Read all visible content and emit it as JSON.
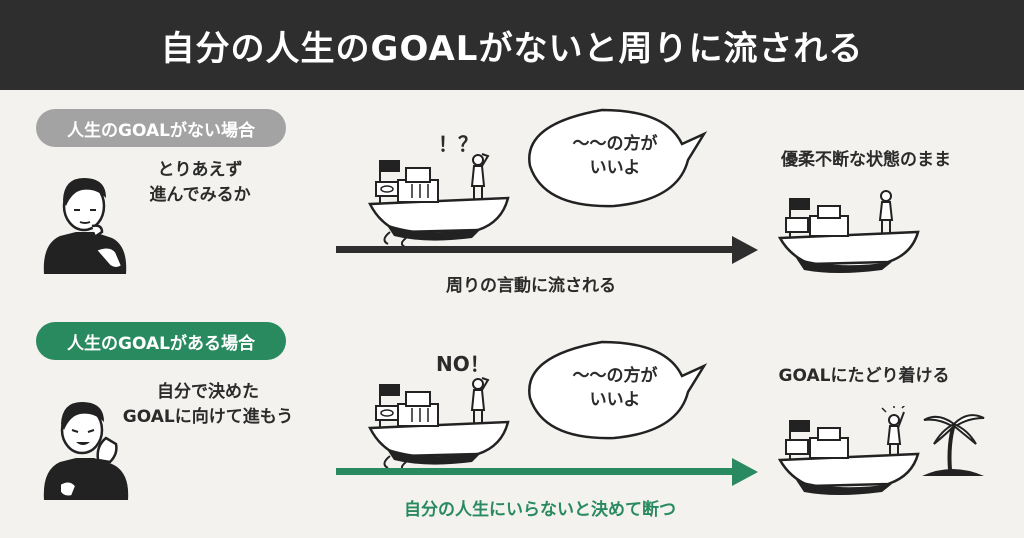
{
  "title": "自分の人生のGOALがないと周りに流される",
  "case_no_goal": {
    "badge": "人生のGOALがない場合",
    "thought_line1": "とりあえず",
    "thought_line2": "進んでみるか",
    "mark": "！？",
    "bubble_line1": "〜〜の方が",
    "bubble_line2": "いいよ",
    "arrow_label": "周りの言動に流される",
    "result": "優柔不断な状態のまま"
  },
  "case_with_goal": {
    "badge": "人生のGOALがある場合",
    "thought_line1": "自分で決めた",
    "thought_line2": "GOALに向けて進もう",
    "mark": "NO！",
    "bubble_line1": "〜〜の方が",
    "bubble_line2": "いいよ",
    "arrow_label": "自分の人生にいらないと決めて断つ",
    "result": "GOALにたどり着ける"
  },
  "colors": {
    "header_bg": "#2e2e2e",
    "gray_badge": "#a3a3a3",
    "green_accent": "#2a8a5f",
    "dark_arrow": "#2e2e2e"
  }
}
